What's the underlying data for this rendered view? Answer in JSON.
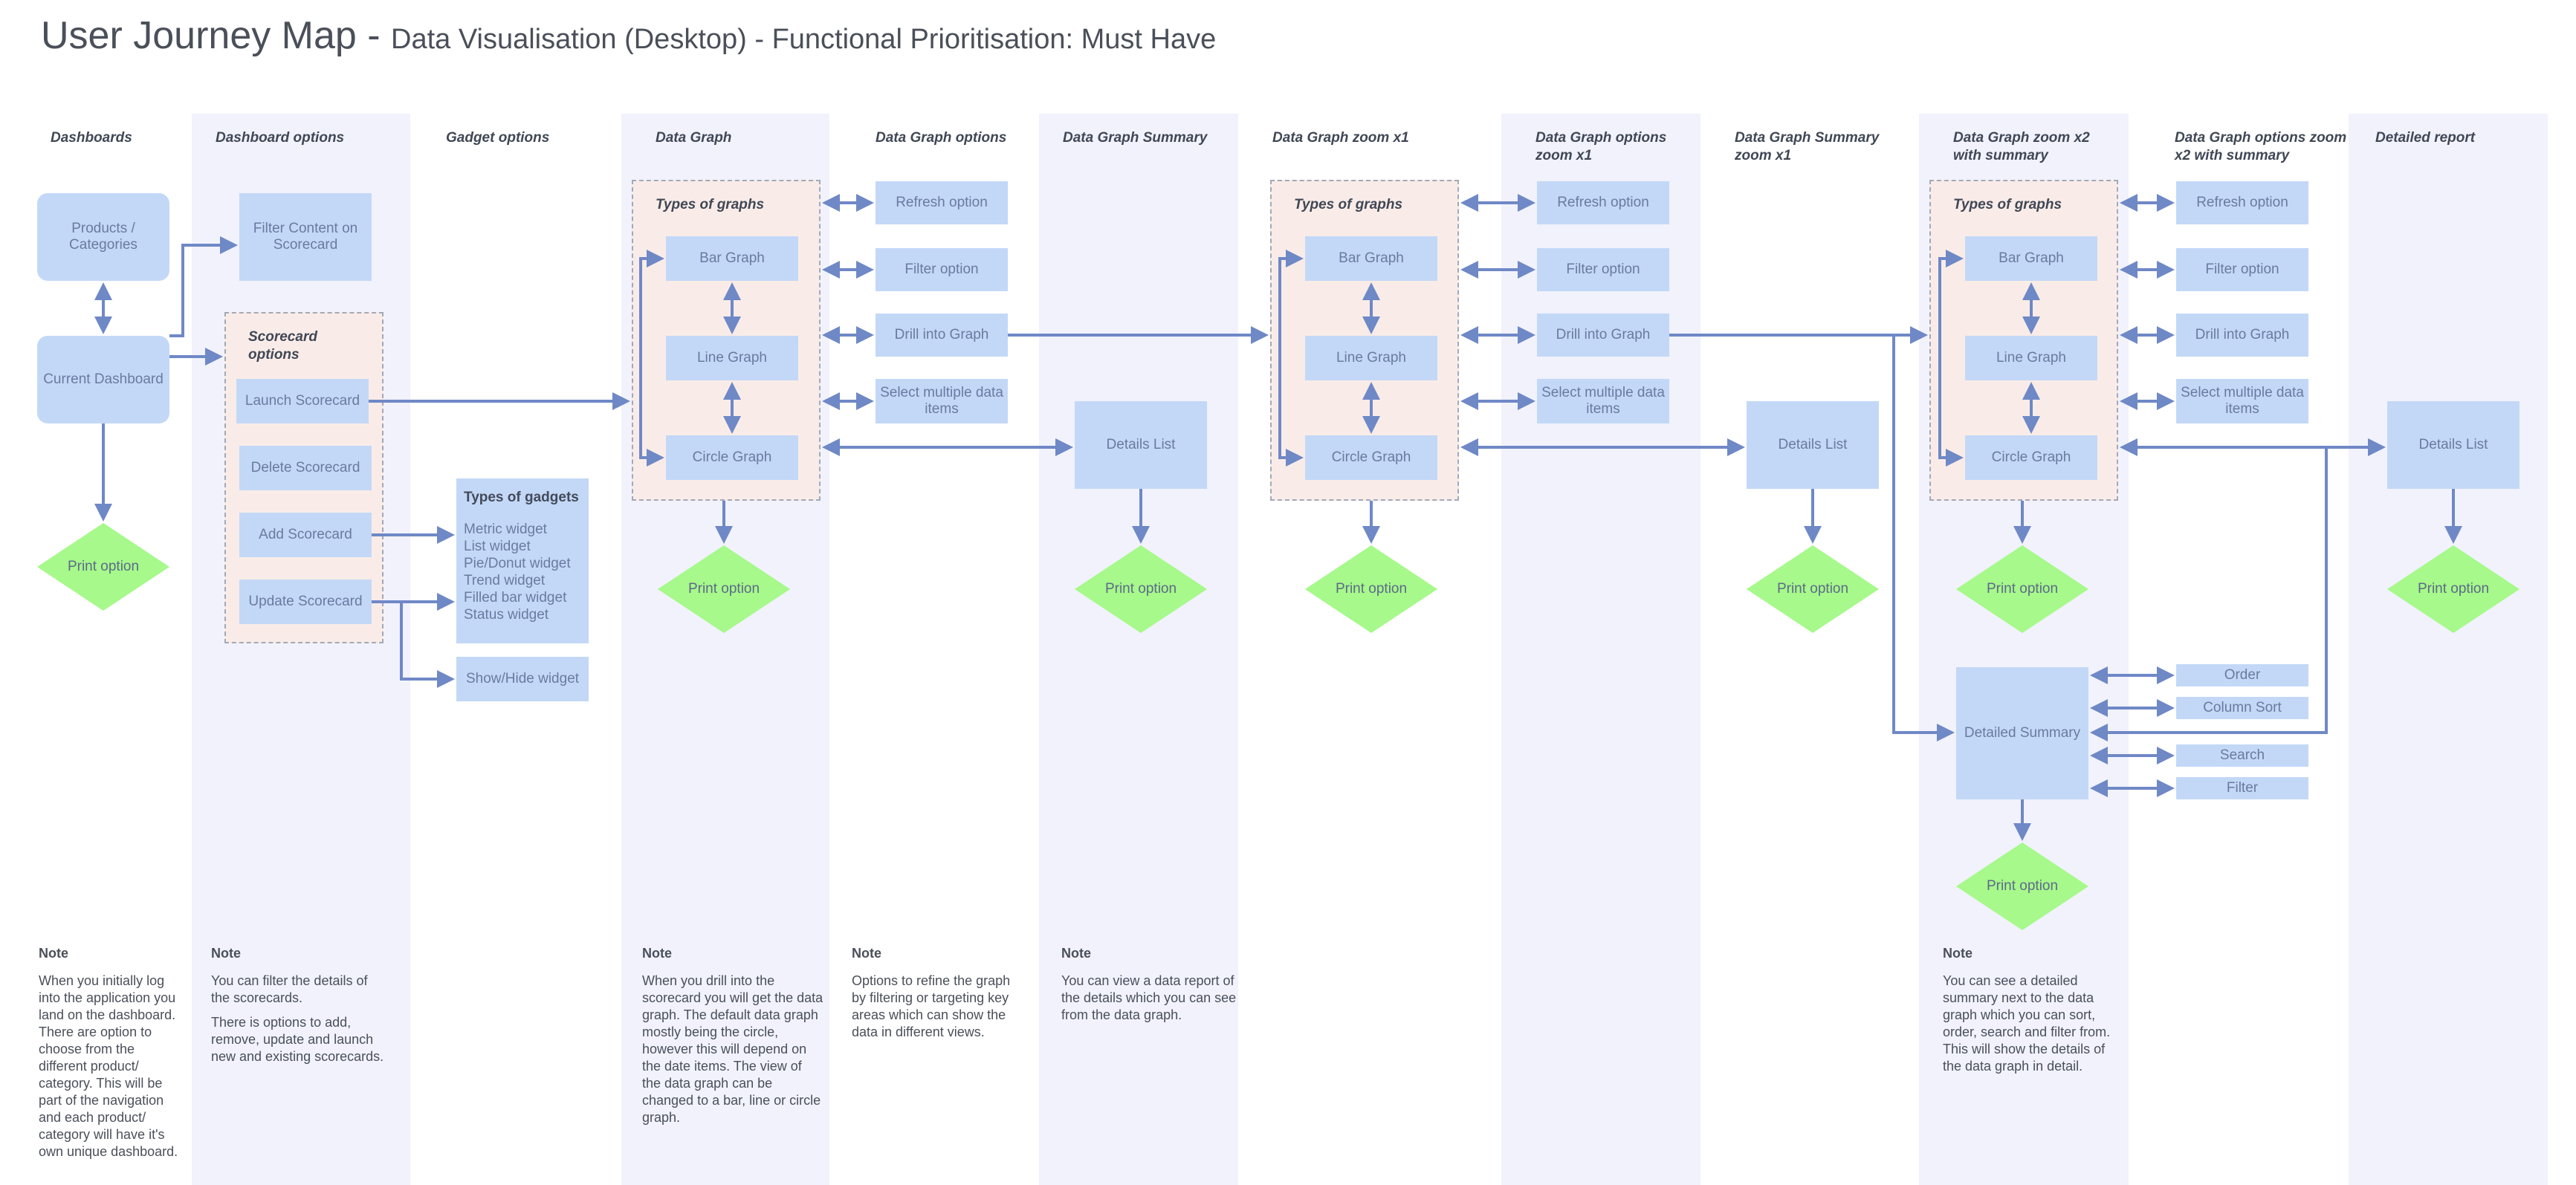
{
  "title": {
    "main": "User Journey Map - ",
    "sub": "Data Visualisation (Desktop) - Functional Prioritisation: Must Have"
  },
  "columns": [
    "Dashboards",
    "Dashboard options",
    "Gadget options",
    "Data Graph",
    "Data Graph options",
    "Data Graph Summary",
    "Data Graph zoom x1",
    "Data Graph options zoom x1",
    "Data Graph Summary zoom x1",
    "Data Graph zoom x2 with summary",
    "Data Graph options zoom x2 with summary",
    "Detailed report"
  ],
  "dashboards": {
    "products": "Products / Categories",
    "current": "Current Dashboard",
    "print": "Print option"
  },
  "dashboard_options": {
    "filter": "Filter Content on Scorecard",
    "group_label": "Scorecard options",
    "launch": "Launch Scorecard",
    "delete": "Delete Scorecard",
    "add": "Add Scorecard",
    "update": "Update Scorecard"
  },
  "gadget_options": {
    "heading": "Types of gadgets",
    "items": [
      "Metric widget",
      "List widget",
      "Pie/Donut widget",
      "Trend widget",
      "Filled bar widget",
      "Status widget"
    ],
    "showhide": "Show/Hide widget"
  },
  "graph": {
    "group_label": "Types of graphs",
    "bar": "Bar Graph",
    "line": "Line Graph",
    "circle": "Circle Graph",
    "print": "Print option"
  },
  "graph_options": {
    "refresh": "Refresh option",
    "filter": "Filter option",
    "drill": "Drill into Graph",
    "select": "Select multiple data items"
  },
  "summary": {
    "details": "Details List",
    "print": "Print option"
  },
  "detailed": {
    "summary": "Detailed Summary",
    "order": "Order",
    "sort": "Column Sort",
    "search": "Search",
    "filter": "Filter",
    "print": "Print option"
  },
  "report": {
    "details": "Details List",
    "print": "Print option"
  },
  "notes": {
    "heading": "Note",
    "dashboards": "When you initially log into the application you land on the dashboard. There are option to choose from the different product/ category. This will be part of the navigation and each product/ category will have it's own unique dashboard.",
    "dashboard_options_1": "You can filter the details of the scorecards.",
    "dashboard_options_2": "There is options to add, remove, update and launch new and existing scorecards.",
    "data_graph": "When you drill into the scorecard you will get the data graph. The default data graph mostly being the circle, however this will depend on the date items. The view of the data graph can be changed to a bar, line or circle graph.",
    "graph_options": "Options to refine the graph by filtering or targeting key areas which can show the data in different views.",
    "graph_summary": "You can view a data report of the details which you can see from the data graph.",
    "zoom2": "You can see a detailed summary next to the data graph which you can sort, order, search and filter from. This will show the details of the data graph in detail."
  },
  "colors": {
    "band": "#f1f2fc",
    "box": "#c3d8f7",
    "group_fill": "#f9ece8",
    "diamond": "#a6f98a",
    "arrow": "#6f88c6"
  }
}
